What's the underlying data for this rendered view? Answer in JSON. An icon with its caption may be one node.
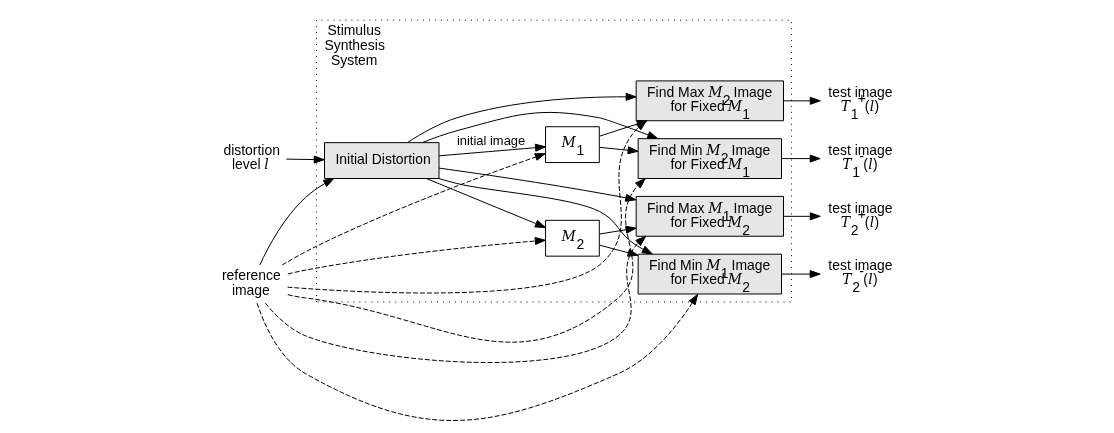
{
  "diagram": {
    "nodes": [
      {
        "text": [
          "Stimulus Synthesis System"
        ]
      },
      {
        "text": [
          "distortion level *l*"
        ]
      },
      {
        "text": [
          "reference image"
        ]
      },
      {
        "text": [
          "Initial Distortion"
        ],
        "in": 0
      },
      {
        "text": [
          "*M*$_{1}$"
        ],
        "in": 0
      },
      {
        "text": [
          "*M*$_{2}$"
        ],
        "in": 0
      },
      {
        "text": [
          "Find Max *M*$_{2}$ Image for Fixed *M*$_{1}$"
        ],
        "in": 0
      },
      {
        "text": [
          "Find Min *M*$_{2}$ Image for Fixed *M*$_{1}$"
        ],
        "in": 0
      },
      {
        "text": [
          "Find Min *M*$_{1}$ Image for Fixed *M*$_{2}$"
        ],
        "in": 0
      },
      {
        "text": [
          "Find Max *M*$_{1}$ Image for Fixed *M*$_{2}$"
        ],
        "in": 0
      },
      {
        "text": [
          "test image *T*$_{1}$$^{+}$(*l*)"
        ]
      },
      {
        "text": [
          "test image *T*$_{1}$$^{-}$(*l*)"
        ]
      },
      {
        "text": [
          "test image *T*$_{2}$$^{-}$(*l*)"
        ]
      },
      {
        "text": [
          "test image *T*$_{2}$$^{+}$(*l*)"
        ]
      }
    ],
    "edges": [
      {
        "from": 1,
        "to": 3,
        "arrow": "to"
      },
      {
        "from": 2,
        "to": 3,
        "arrow": "to"
      },
      {
        "from": 3,
        "to": 4,
        "arrow": "to",
        "label": "initial image"
      },
      {
        "from": 3,
        "to": 5,
        "arrow": "to"
      },
      {
        "from": 3,
        "to": 7,
        "arrow": "to"
      },
      {
        "from": 3,
        "to": 8,
        "arrow": "to"
      },
      {
        "from": 3,
        "to": 6,
        "arrow": "to"
      },
      {
        "from": 3,
        "to": 9,
        "arrow": "to"
      },
      {
        "from": 2,
        "to": 4,
        "arrow": "to",
        "style": "dashed"
      },
      {
        "from": 2,
        "to": 5,
        "arrow": "to",
        "style": "dashed"
      },
      {
        "from": 2,
        "to": 7,
        "arrow": "to",
        "style": "dashed"
      },
      {
        "from": 2,
        "to": 8,
        "arrow": "to",
        "style": "dashed"
      },
      {
        "from": 2,
        "to": 6,
        "arrow": "to",
        "style": "dashed"
      },
      {
        "from": 2,
        "to": 9,
        "arrow": "to",
        "style": "dashed"
      },
      {
        "from": 4,
        "to": 6,
        "arrow": "to"
      },
      {
        "from": 4,
        "to": 7,
        "arrow": "to"
      },
      {
        "from": 5,
        "to": 9,
        "arrow": "to"
      },
      {
        "from": 5,
        "to": 8,
        "arrow": "to"
      },
      {
        "from": 6,
        "to": 10,
        "arrow": "to"
      },
      {
        "from": 7,
        "to": 11,
        "arrow": "to"
      },
      {
        "from": 8,
        "to": 12,
        "arrow": "to"
      },
      {
        "from": 9,
        "to": 13,
        "arrow": "to"
      }
    ]
  }
}
